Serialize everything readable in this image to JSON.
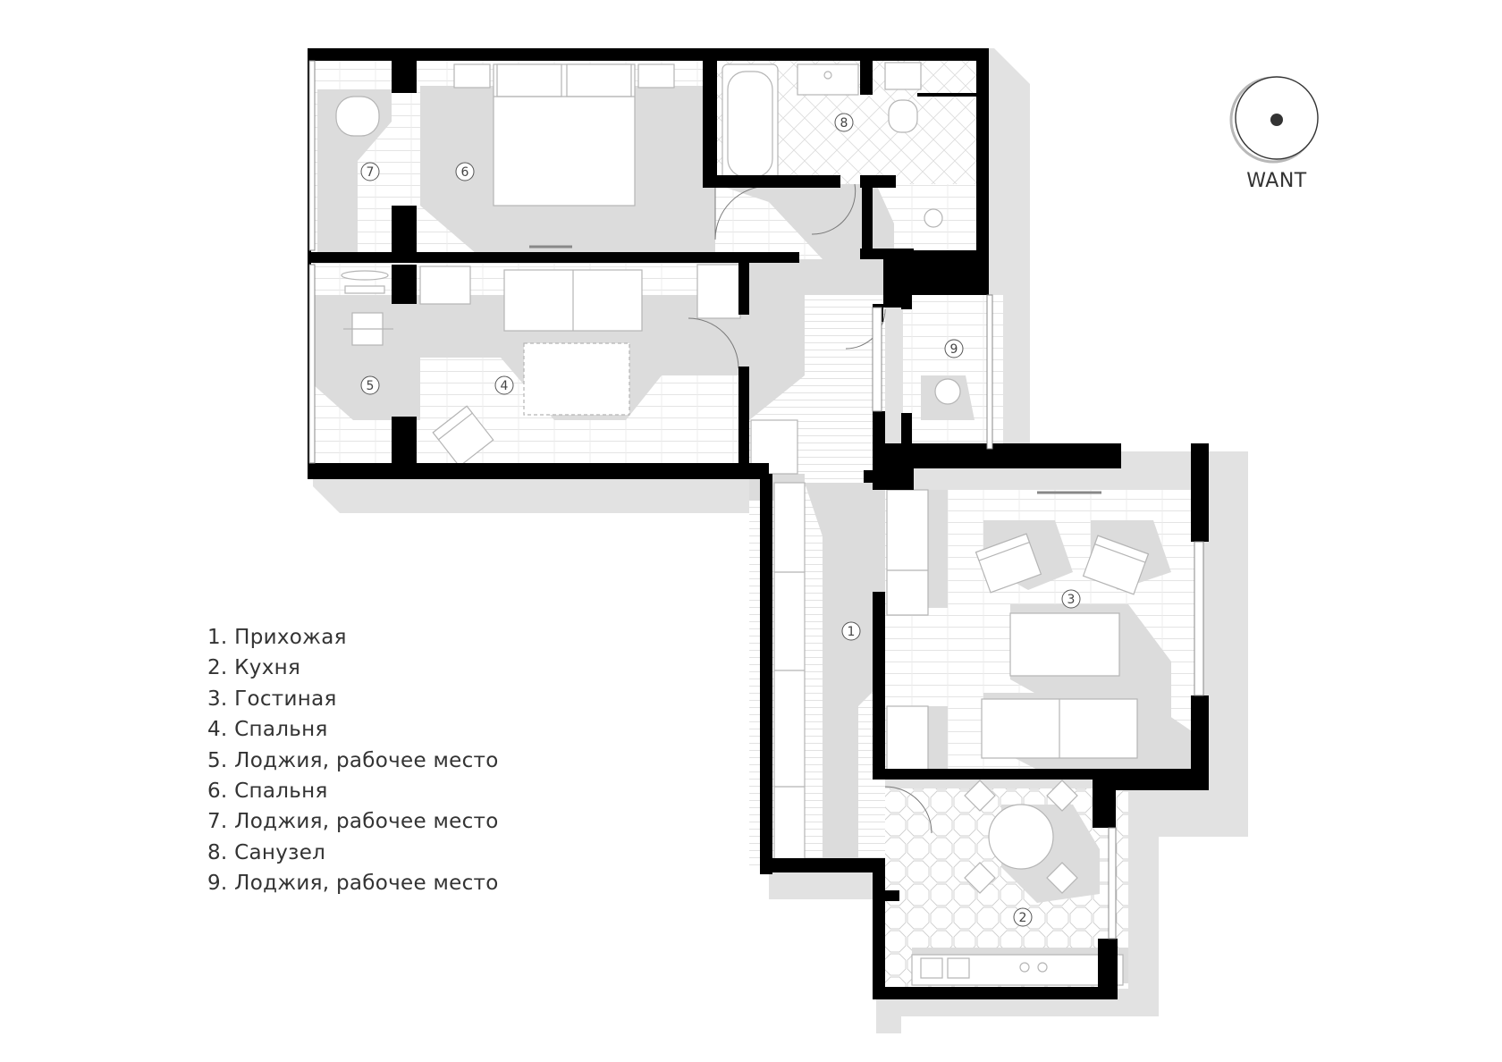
{
  "brand": {
    "name": "WANT",
    "logo_icon": "circle-dot-logo"
  },
  "rooms": [
    {
      "num": "1"
    },
    {
      "num": "2"
    },
    {
      "num": "3"
    },
    {
      "num": "4"
    },
    {
      "num": "5"
    },
    {
      "num": "6"
    },
    {
      "num": "7"
    },
    {
      "num": "8"
    },
    {
      "num": "9"
    }
  ],
  "legend": [
    "1. Прихожая",
    "2. Кухня",
    "3. Гостиная",
    "4. Спальня",
    "5. Лоджия, рабочее место",
    "6. Спальня",
    "7. Лоджия, рабочее место",
    "8. Санузел",
    "9. Лоджия, рабочее место"
  ],
  "colors": {
    "wall": "#000000",
    "floor": "#ffffff",
    "shadow": "#e2e2e2",
    "line": "#b5b5b5",
    "text": "#333333"
  }
}
